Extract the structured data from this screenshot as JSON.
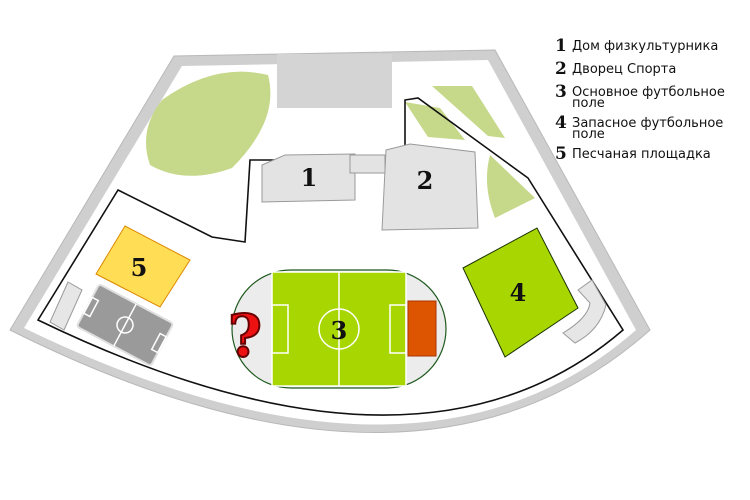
{
  "map": {
    "markers": {
      "building1": "1",
      "building2": "2",
      "main_field": "3",
      "reserve_field": "4",
      "sand_court": "5",
      "unknown": "?"
    },
    "legend": [
      {
        "num": "1",
        "label": "Дом физкультурника"
      },
      {
        "num": "2",
        "label": "Дворец Спорта"
      },
      {
        "num": "3",
        "label": "Основное футбольное поле"
      },
      {
        "num": "4",
        "label": "Запасное футбольное поле"
      },
      {
        "num": "5",
        "label": "Песчаная площадка"
      }
    ],
    "colors": {
      "lawn": "#c6d88a",
      "field_green": "#a8d600",
      "sand": "#ffdd55",
      "track": "#ededed",
      "building": "#e3e3e3",
      "wall": "#bcbcbc",
      "goal_box": "#dd5500",
      "question_mark": "#ee1111"
    }
  }
}
